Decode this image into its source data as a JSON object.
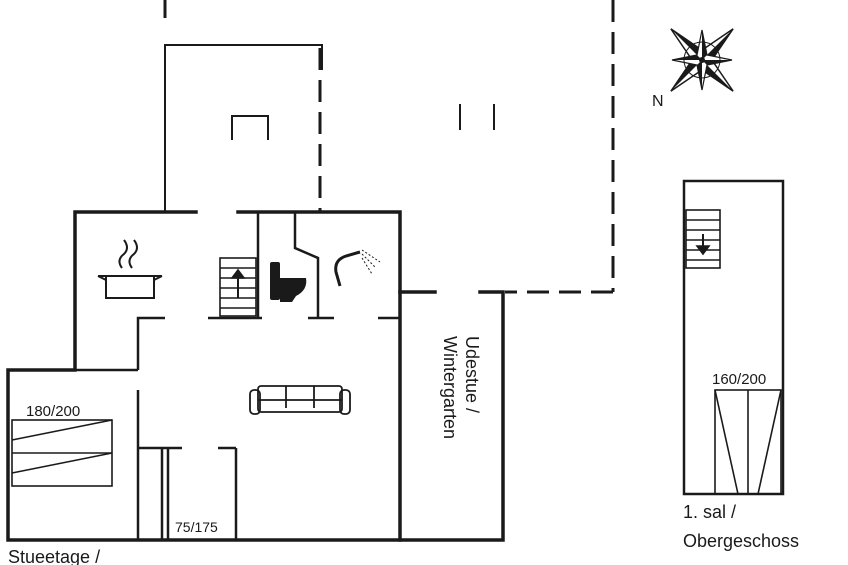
{
  "compass": {
    "north_label": "N"
  },
  "ground_floor": {
    "label_line1": "Stueetage /",
    "beds": [
      {
        "size": "180/200"
      },
      {
        "size": "75/175"
      }
    ],
    "sunroom_line1": "Udestue /",
    "sunroom_line2": "Wintergarten"
  },
  "upper_floor": {
    "bed_size": "160/200",
    "label_line1": "1. sal /",
    "label_line2": "Obergeschoss"
  }
}
